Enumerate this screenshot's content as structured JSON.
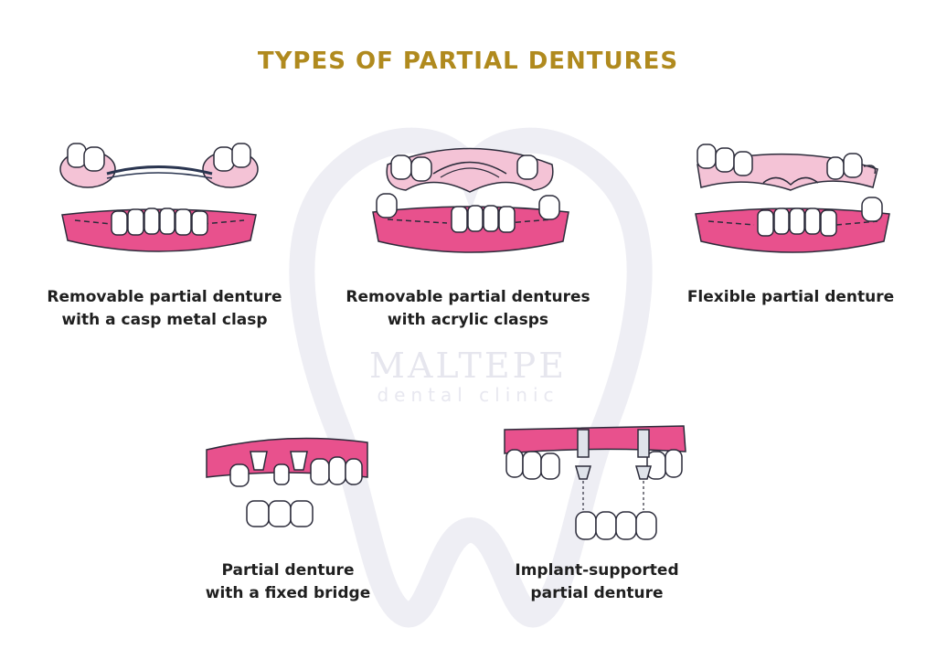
{
  "header": {
    "title": "TYPES OF PARTIAL DENTURES"
  },
  "watermark": {
    "brand": "MALTEPE",
    "sub": "dental clinic"
  },
  "items": [
    {
      "line1": "Removable partial denture",
      "line2": "with a casp metal clasp",
      "icon": "metal-clasp-denture-icon"
    },
    {
      "line1": "Removable partial dentures",
      "line2": "with acrylic clasps",
      "icon": "acrylic-clasp-denture-icon"
    },
    {
      "line1": "Flexible partial denture",
      "line2": "",
      "icon": "flexible-denture-icon"
    },
    {
      "line1": "Partial denture",
      "line2": "with a fixed bridge",
      "icon": "fixed-bridge-denture-icon"
    },
    {
      "line1": "Implant-supported",
      "line2": "partial denture",
      "icon": "implant-denture-icon"
    }
  ],
  "colors": {
    "title": "#b08a1e",
    "gum": "#e8518d",
    "gum_light": "#f4c3d6",
    "tooth": "#ffffff",
    "outline": "#2b2b3a",
    "metal": "#2a3550"
  }
}
